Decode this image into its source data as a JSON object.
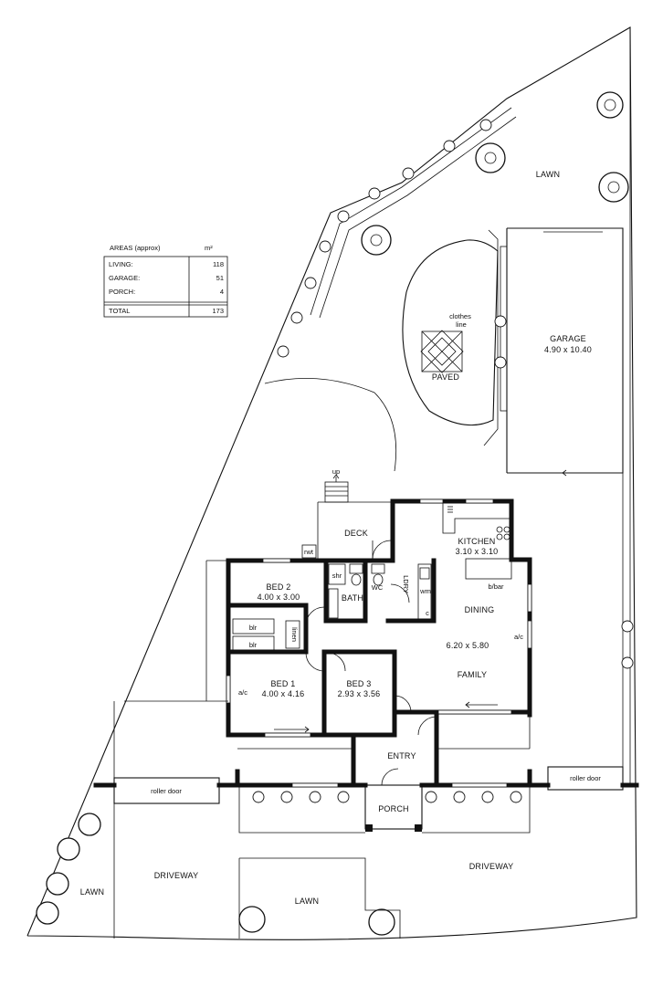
{
  "areas_table": {
    "title": "AREAS (approx)",
    "unit": "m²",
    "rows": [
      {
        "label": "LIVING:",
        "value": "118"
      },
      {
        "label": "GARAGE:",
        "value": "51"
      },
      {
        "label": "PORCH:",
        "value": "4"
      }
    ],
    "total": {
      "label": "TOTAL",
      "value": "173"
    }
  },
  "labels": {
    "lawn_top": "LAWN",
    "clothes_line": "clothes\nline",
    "paved": "PAVED",
    "garage_name": "GARAGE",
    "garage_dims": "4.90 x 10.40",
    "up": "up",
    "deck": "DECK",
    "rwt": "rwt",
    "kitchen_name": "KITCHEN",
    "kitchen_dims": "3.10 x 3.10",
    "bbar": "b/bar",
    "bed2_name": "BED 2",
    "bed2_dims": "4.00 x 3.00",
    "shr": "shr",
    "bath": "BATH",
    "wc": "WC",
    "ldry": "LDRY",
    "wm": "wm",
    "c": "c",
    "dining": "DINING",
    "blr1": "blr",
    "blr2": "blr",
    "linen": "linen",
    "family_dims": "6.20 x 5.80",
    "family": "FAMILY",
    "ac_family": "a/c",
    "bed1_name": "BED 1",
    "bed1_dims": "4.00 x 4.16",
    "ac_bed1": "a/c",
    "bed3_name": "BED 3",
    "bed3_dims": "2.93 x 3.56",
    "entry": "ENTRY",
    "roller_door_left": "roller door",
    "roller_door_right": "roller door",
    "porch": "PORCH",
    "driveway_left": "DRIVEWAY",
    "driveway_right": "DRIVEWAY",
    "lawn_left": "LAWN",
    "lawn_bottom": "LAWN"
  }
}
